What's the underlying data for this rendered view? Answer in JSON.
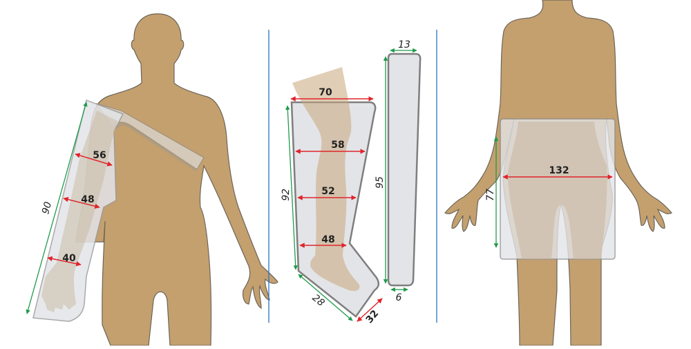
{
  "colors": {
    "skin": "#C4A06F",
    "skin_outline": "#6b6458",
    "garment_fill": "#E3E4E8",
    "garment_stroke": "#8e8e8e",
    "red_arrow": "#E0242B",
    "green_arrow": "#1E9A4A",
    "divider": "#2A72C4",
    "label": "#222222"
  },
  "panels": [
    {
      "name": "arm-sleeve",
      "length_label": "90",
      "circumferences": [
        "56",
        "48",
        "40"
      ]
    },
    {
      "name": "leg-boot",
      "top_width": "70",
      "circumferences": [
        "58",
        "52",
        "48"
      ],
      "height_label": "92",
      "foot_length": "28",
      "foot_width": "32"
    },
    {
      "name": "leg-extension",
      "top_width": "13",
      "height_label": "95",
      "bottom_width": "6"
    },
    {
      "name": "waist-garment",
      "width_label": "132",
      "height_label": "77"
    }
  ]
}
